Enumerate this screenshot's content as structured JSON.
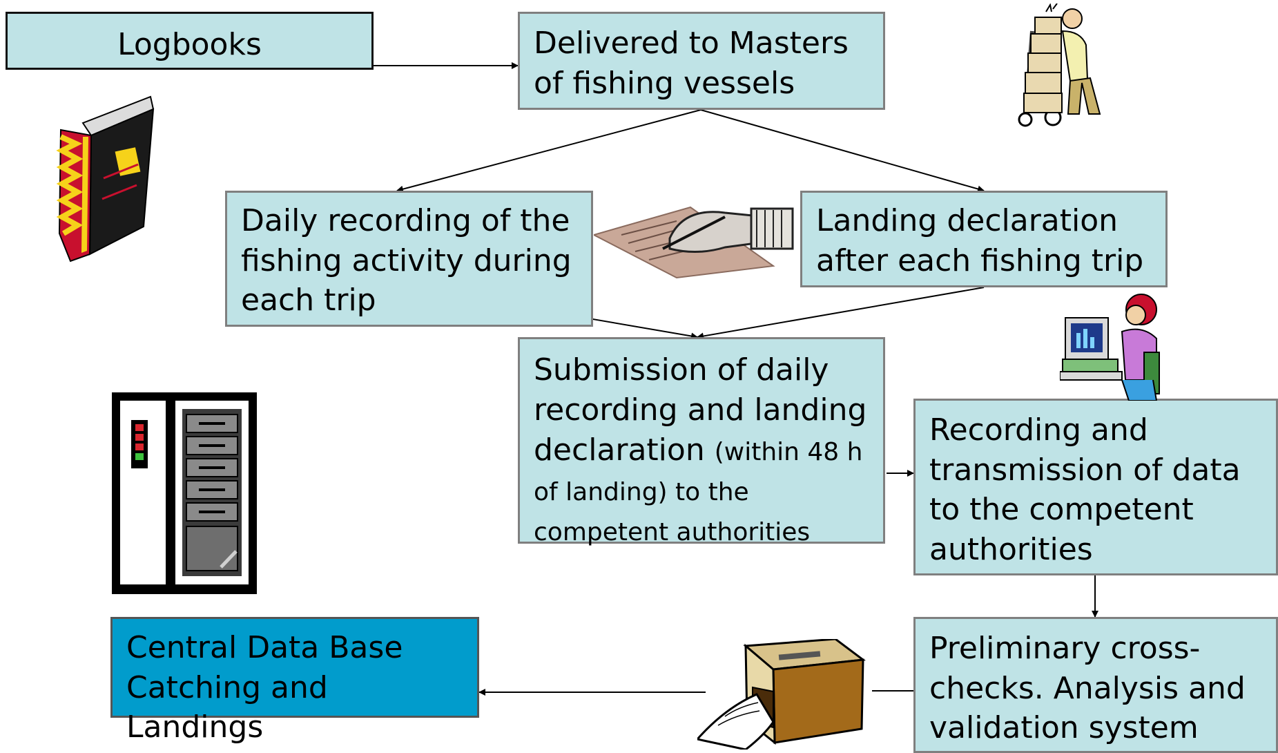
{
  "boxes": {
    "logbooks": "Logbooks",
    "delivered": "Delivered to Masters of fishing vessels",
    "daily": "Daily recording of the fishing activity during each trip",
    "landing": "Landing declaration after each fishing trip",
    "submission_main": "Submission of daily recording and landing declaration",
    "submission_detail": "(within 48 h of landing) to the competent authorities",
    "recording": "Recording and transmission of data to the competent authorities",
    "central": "Central Data Base Catching and Landings",
    "prelim": "Preliminary cross-checks. Analysis and validation system"
  },
  "clipart": [
    "book-icon",
    "delivery-man-icon",
    "hand-writing-icon",
    "woman-at-computer-icon",
    "server-cabinet-icon",
    "printer-icon"
  ],
  "colors": {
    "box_fill": "#bfe3e6",
    "central_fill": "#019ccc",
    "box_border": "#7f7f7f"
  }
}
